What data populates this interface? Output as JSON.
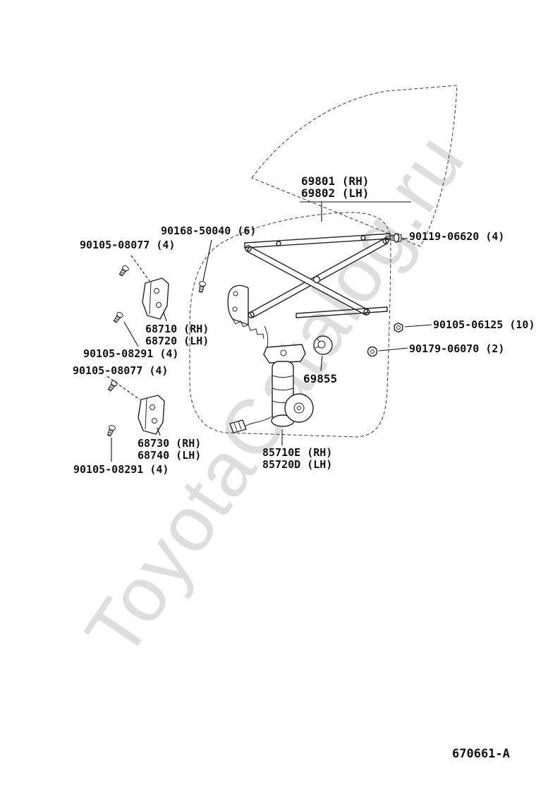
{
  "watermark": "ToyotaCatalog.ru",
  "footer": {
    "drawing_number": "670661-A"
  },
  "parts": {
    "glass": {
      "rh": "69801 (RH)",
      "lh": "69802 (LH)"
    },
    "screw_glass_run": "90168-50040 (6)",
    "bolt_hinge_upper_a": "90105-08077 (4)",
    "bolt_door_side": "90119-06620 (4)",
    "hinge_upper": {
      "rh": "68710 (RH)",
      "lh": "68720 (LH)"
    },
    "bolt_hinge_upper_b": "90105-08291 (4)",
    "nut_regulator": "90105-06125 (10)",
    "grommet": "90179-06070 (2)",
    "handle_snap": "69855",
    "bolt_hinge_lower_a": "90105-08077 (4)",
    "hinge_lower": {
      "rh": "68730 (RH)",
      "lh": "68740 (LH)"
    },
    "bolt_hinge_lower_b": "90105-08291 (4)",
    "regulator_motor": {
      "rh": "85710E (RH)",
      "lh": "85720D (LH)"
    }
  }
}
